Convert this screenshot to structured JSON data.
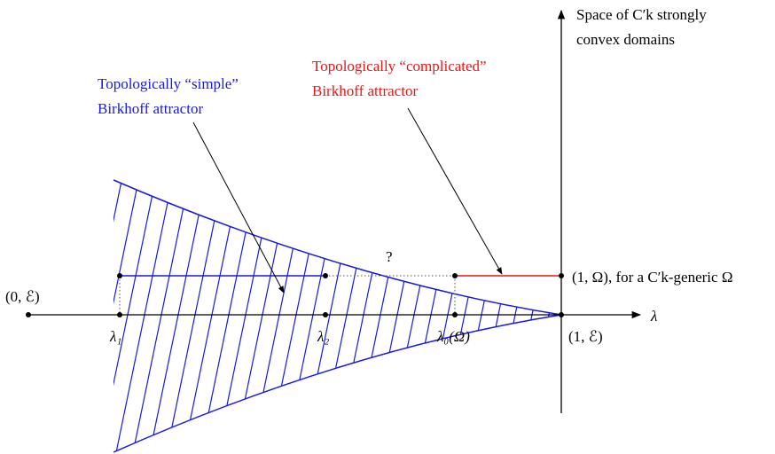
{
  "colors": {
    "simple": "#1a1adb",
    "complicated": "#e01b1b",
    "axes": "#000000"
  },
  "labels": {
    "vertical_axis_line1": "Space of C′k strongly",
    "vertical_axis_line2": "convex domains",
    "horizontal_axis": "λ",
    "origin_point": "(0, ℰ)",
    "end_point_axis": "(1, ℰ)",
    "end_point_omega": "(1, Ω), for a C′k-generic Ω",
    "lambda1": "λ₁",
    "lambda2": "λ₂",
    "lambda0": "λ₀(Ω)",
    "question": "?"
  },
  "annotations": {
    "simple_line1": "Topologically “simple”",
    "simple_line2": "Birkhoff attractor",
    "complicated_line1": "Topologically “complicated”",
    "complicated_line2": "Birkhoff attractor"
  }
}
